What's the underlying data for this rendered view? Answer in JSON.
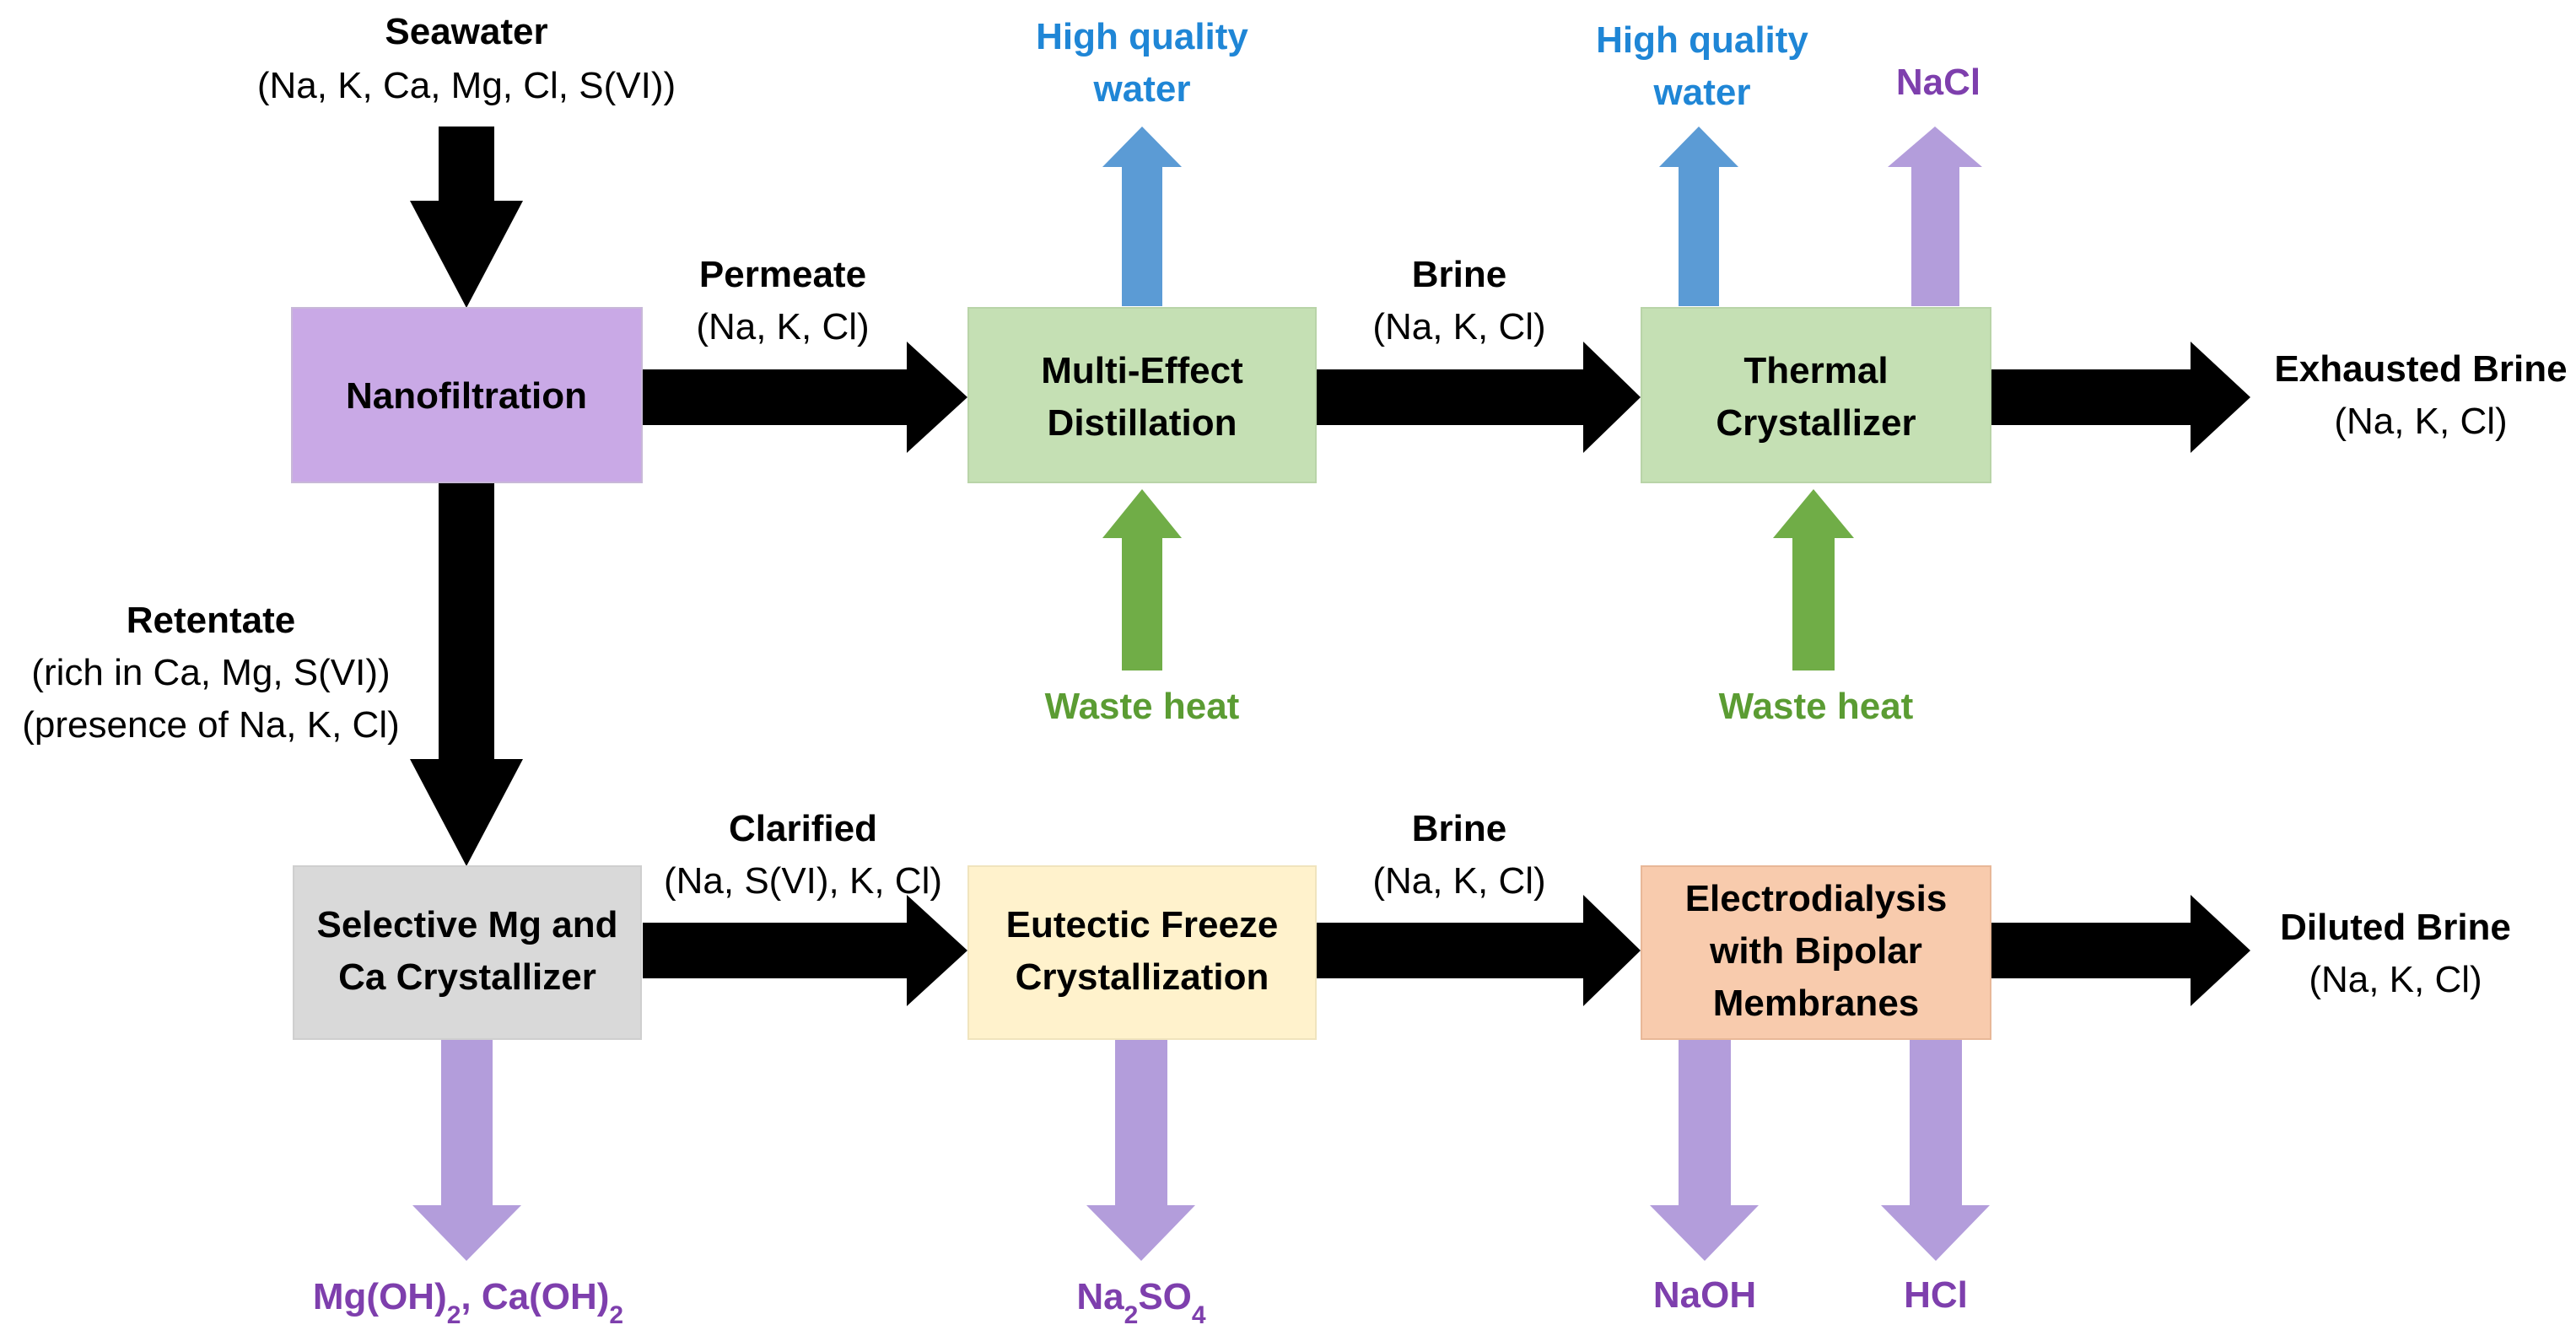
{
  "colors": {
    "black_arrow": "#000000",
    "blue_arrow": "#5b9bd5",
    "green_arrow": "#70ad47",
    "purple_arrow": "#b39ddb",
    "blue_text": "#1f86d6",
    "green_text": "#5b9c33",
    "purple_text": "#7e3fad",
    "nanofiltration_fill": "#c9a9e6",
    "distillation_fill": "#c5e0b4",
    "thermal_fill": "#c5e0b4",
    "selective_fill": "#d9d9d9",
    "eutectic_fill": "#fff2cc",
    "electrodialysis_fill": "#f8cbad"
  },
  "nodes": {
    "nanofiltration": {
      "lines": [
        "Nanofiltration"
      ]
    },
    "distillation": {
      "lines": [
        "Multi-Effect",
        "Distillation"
      ]
    },
    "thermal": {
      "lines": [
        "Thermal",
        "Crystallizer"
      ]
    },
    "selective": {
      "lines": [
        "Selective Mg and",
        "Ca Crystallizer"
      ]
    },
    "eutectic": {
      "lines": [
        "Eutectic Freeze",
        "Crystallization"
      ]
    },
    "electrodialysis": {
      "lines": [
        "Electrodialysis",
        "with Bipolar",
        "Membranes"
      ]
    }
  },
  "labels": {
    "seawater_title": "Seawater",
    "seawater_ions": "(Na, K, Ca, Mg, Cl, S(VI))",
    "permeate_title": "Permeate",
    "permeate_ions": "(Na, K, Cl)",
    "brine_top_title": "Brine",
    "brine_top_ions": "(Na, K, Cl)",
    "exhausted_title": "Exhausted Brine",
    "exhausted_ions": "(Na, K, Cl)",
    "hqw1_line1": "High quality",
    "hqw1_line2": "water",
    "hqw2_line1": "High quality",
    "hqw2_line2": "water",
    "nacl": "NaCl",
    "waste_heat_1": "Waste heat",
    "waste_heat_2": "Waste heat",
    "retentate_title": "Retentate",
    "retentate_line1": "(rich in Ca, Mg, S(VI))",
    "retentate_line2": "(presence of Na, K, Cl)",
    "clarified_title": "Clarified",
    "clarified_ions": "(Na, S(VI), K, Cl)",
    "brine_bottom_title": "Brine",
    "brine_bottom_ions": "(Na, K, Cl)",
    "diluted_title": "Diluted Brine",
    "diluted_ions": "(Na, K, Cl)",
    "mgoh_part1": "Mg(OH)",
    "mgoh_sub1": "2",
    "mgoh_part2": ", Ca(OH)",
    "mgoh_sub2": "2",
    "na2so4_part1": "Na",
    "na2so4_sub1": "2",
    "na2so4_part2": "SO",
    "na2so4_sub2": "4",
    "naoh": "NaOH",
    "hcl": "HCl"
  }
}
